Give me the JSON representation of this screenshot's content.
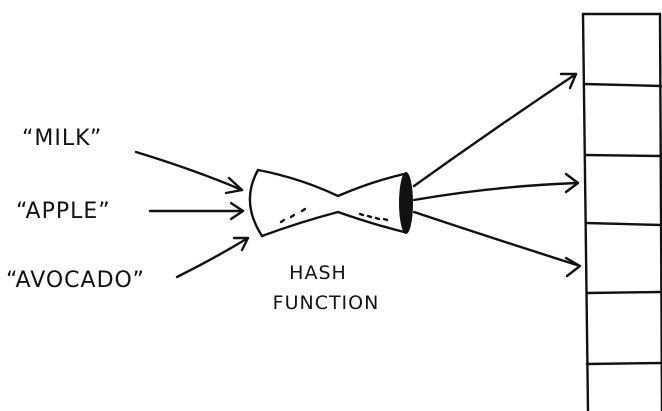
{
  "inputs": [
    {
      "text": "“MILK”"
    },
    {
      "text": "“APPLE”"
    },
    {
      "text": "“AVOCADO”"
    }
  ],
  "hash_function": {
    "line1": "HASH",
    "line2": "FUNCTION"
  },
  "array": {
    "slot_count": 6
  },
  "colors": {
    "ink": "#111111",
    "background": "#ffffff"
  }
}
